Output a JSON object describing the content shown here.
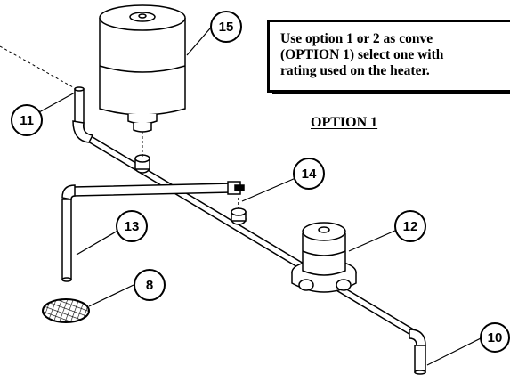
{
  "note": {
    "lines": [
      "Use option 1 or 2 as conve",
      "(OPTION 1) select one with",
      "rating used on the heater."
    ]
  },
  "option_title": "OPTION 1",
  "callouts": {
    "c15": "15",
    "c11": "11",
    "c14": "14",
    "c13": "13",
    "c12": "12",
    "c8": "8",
    "c10": "10"
  }
}
